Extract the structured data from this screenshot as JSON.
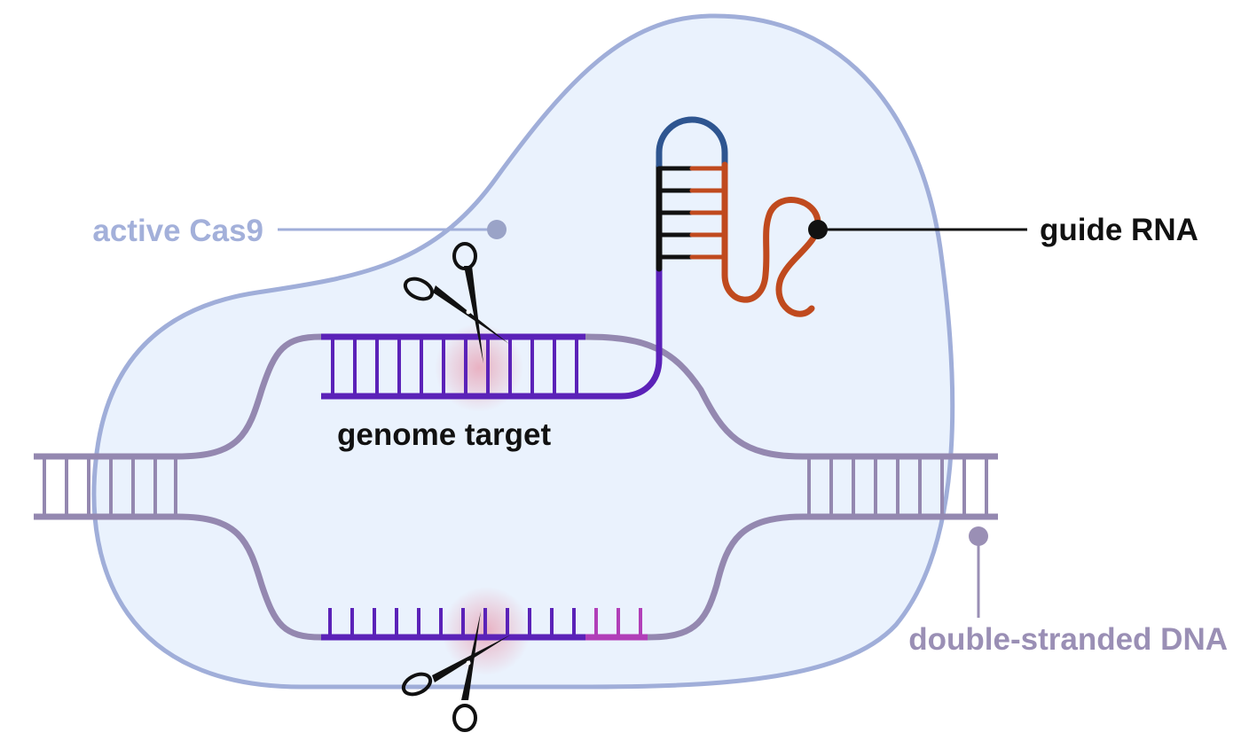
{
  "labels": {
    "cas9": "active Cas9",
    "guide_rna": "guide RNA",
    "genome_target": "genome target",
    "dsdna": "double-stranded DNA"
  },
  "colors": {
    "cas9_fill": "#eaf2fd",
    "cas9_outline": "#a0aed9",
    "cas9_label": "#a3b0da",
    "dna": "#9488b0",
    "dna_label": "#9a8fb5",
    "target_strand": "#5b22b8",
    "pam": "#b13fb8",
    "rna": "#c04a1e",
    "rna_loop": "#2e5590",
    "rna_pairs": "#111111",
    "scissors": "#111111",
    "text_dark": "#111111"
  },
  "icons": [
    "scissors-icon-top",
    "scissors-icon-bottom"
  ]
}
